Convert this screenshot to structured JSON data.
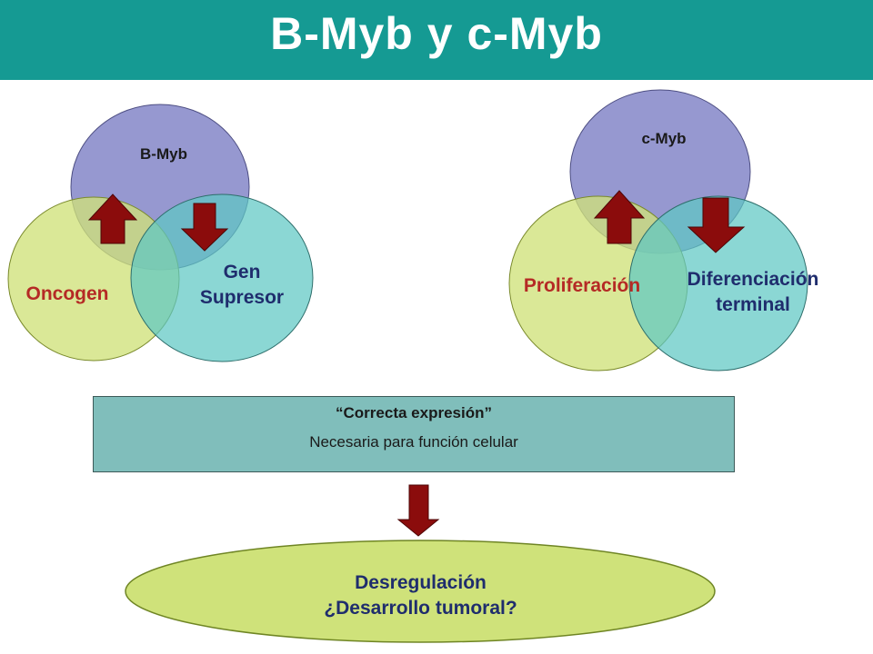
{
  "slide": {
    "title": "B-Myb y c-Myb"
  },
  "left_diagram": {
    "top_circle_label": "B-Myb",
    "left_circle_label": "Oncogen",
    "right_circle_label_line1": "Gen",
    "right_circle_label_line2": "Supresor"
  },
  "right_diagram": {
    "top_circle_label": "c-Myb",
    "left_circle_label": "Proliferación",
    "right_circle_label_line1": "Diferenciación",
    "right_circle_label_line2": "terminal"
  },
  "info_box": {
    "title": "“Correcta expresión”",
    "subtitle": "Necesaria para función celular"
  },
  "result": {
    "line1": "Desregulación",
    "line2": "¿Desarrollo tumoral?"
  },
  "colors": {
    "header": "#159a93",
    "top_circle": "#8d8fcc",
    "left_circle": "#cfe27a",
    "right_circle": "#5ec7c4",
    "arrow": "#8b0c0c",
    "box": "#80bebb"
  }
}
